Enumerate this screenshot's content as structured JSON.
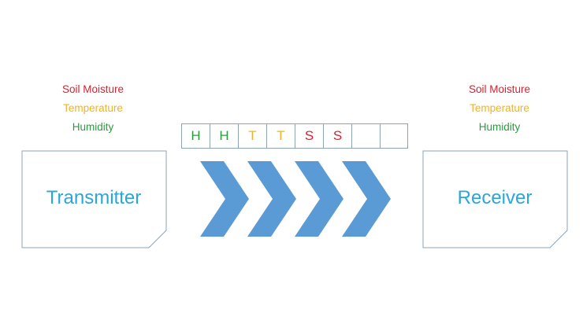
{
  "colors": {
    "soil": "#d7212f",
    "temperature": "#f0b321",
    "humidity": "#2b9c3d",
    "box_text": "#2aa6d8",
    "chevron": "#5b9bd5",
    "box_border": "#8ca3b5"
  },
  "transmitter": {
    "label": "Transmitter",
    "sensors": [
      "Soil Moisture",
      "Temperature",
      "Humidity"
    ]
  },
  "receiver": {
    "label": "Receiver",
    "sensors": [
      "Soil Moisture",
      "Temperature",
      "Humidity"
    ]
  },
  "packet": {
    "cells": [
      "H",
      "H",
      "T",
      "T",
      "S",
      "S",
      "",
      ""
    ]
  },
  "chevron_count": 4
}
